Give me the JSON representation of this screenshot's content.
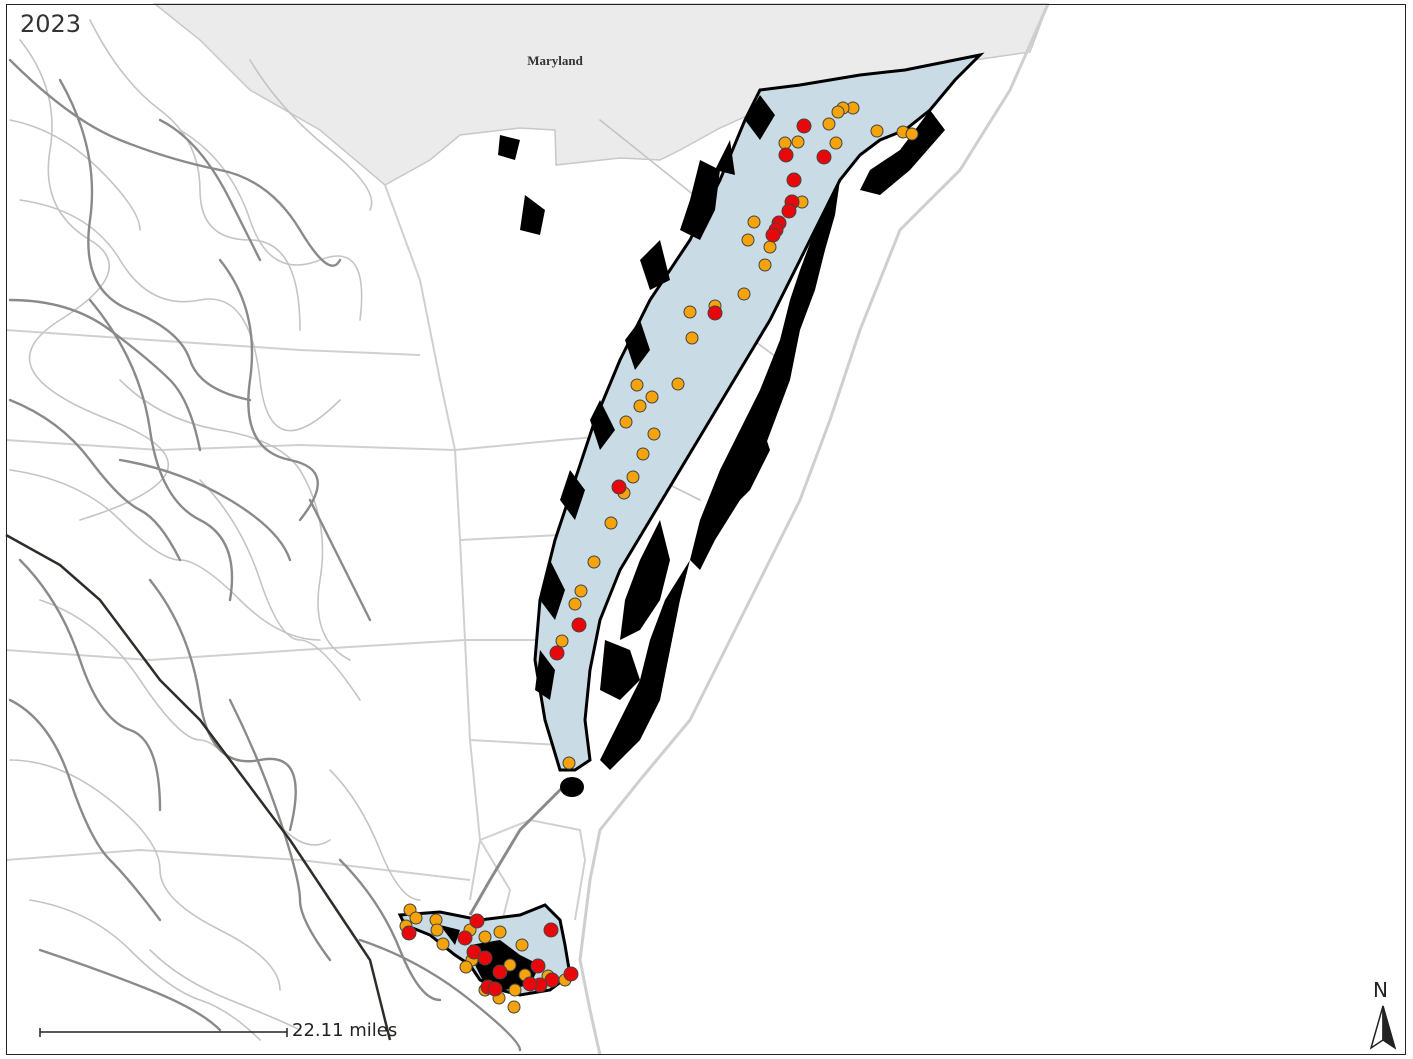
{
  "map": {
    "year": "2023",
    "state_label": "Maryland",
    "scale_label": "22.11 miles",
    "north_label": "N"
  },
  "colors": {
    "land": "#ffffff",
    "maryland_fill": "#ebebec",
    "region_fill": "#c9dbe4",
    "marsh": "#000000",
    "major_road": "#8a8a8a",
    "minor_road": "#c4c4c4",
    "railroad": "#2c2f28",
    "county_line": "#cfcfcf",
    "point_orange": "#f5a30a",
    "point_red": "#e8070a"
  },
  "legend_icons": [
    "north-arrow-icon"
  ]
}
